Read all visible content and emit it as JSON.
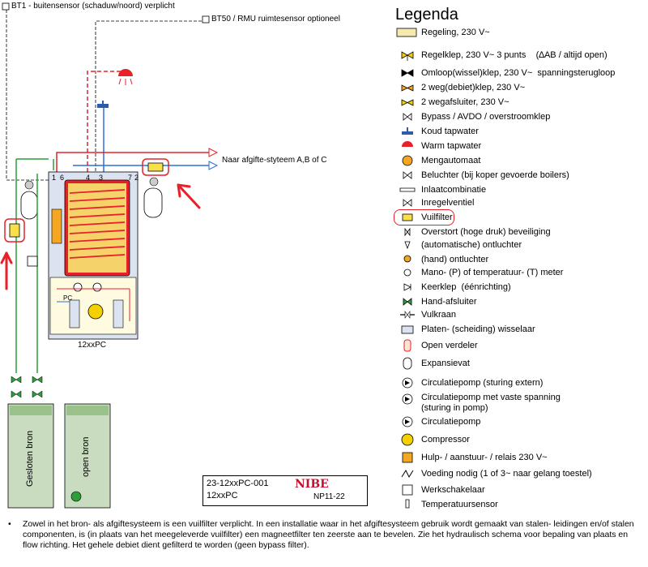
{
  "diagram": {
    "sensor_bt1": "BT1 - buitensensor (schaduw/noord) verplicht",
    "sensor_bt50": "BT50 / RMU ruimtesensor optioneel",
    "outlet_label": "Naar afgifte-styteem A,B of C",
    "unit_label": "12xxPC",
    "pc_label": "PC",
    "port_numbers": [
      "1",
      "6",
      "4",
      "3",
      "7",
      "2"
    ],
    "closed_source": "Gesloten bron",
    "open_source": "open bron",
    "title_block": {
      "code": "23-12xxPC-001",
      "model": "12xxPC",
      "brand": "NIBE",
      "ref": "NP11-22"
    }
  },
  "legend": {
    "title": "Legenda",
    "items": [
      {
        "icon": "controller-icon",
        "text": "Regeling, 230 V~"
      },
      {
        "icon": "three-way-valve-icon",
        "text": "Regelklep, 230 V~ 3 punts    (∆AB / altijd open)"
      },
      {
        "icon": "diverter-valve-icon",
        "text": "Omloop(wissel)klep, 230 V~  spanningsterugloop"
      },
      {
        "icon": "two-way-valve-icon",
        "text": "2 weg(debiet)klep, 230 V~"
      },
      {
        "icon": "two-way-shutoff-icon",
        "text": "2 wegafsluiter, 230 V~"
      },
      {
        "icon": "bypass-valve-icon",
        "text": "Bypass / AVDO / overstroomklep"
      },
      {
        "icon": "cold-tap-icon",
        "text": "Koud tapwater"
      },
      {
        "icon": "warm-tap-icon",
        "text": "Warm tapwater"
      },
      {
        "icon": "mixing-valve-icon",
        "text": "Mengautomaat"
      },
      {
        "icon": "aerator-icon",
        "text": "Beluchter (bij koper gevoerde boilers)"
      },
      {
        "icon": "inlet-combination-icon",
        "text": "Inlaatcombinatie"
      },
      {
        "icon": "regulating-valve-icon",
        "text": "Inregelventiel"
      },
      {
        "icon": "dirt-filter-icon",
        "text": "Vuilfilter"
      },
      {
        "icon": "overflow-valve-icon",
        "text": "Overstort (hoge druk) beveiliging"
      },
      {
        "icon": "auto-vent-icon",
        "text": "(automatische) ontluchter"
      },
      {
        "icon": "manual-vent-icon",
        "text": "(hand) ontluchter"
      },
      {
        "icon": "gauge-icon",
        "text": "Mano- (P) of temperatuur- (T) meter"
      },
      {
        "icon": "check-valve-icon",
        "text": "Keerklep  (éénrichting)"
      },
      {
        "icon": "hand-shutoff-icon",
        "text": "Hand-afsluiter"
      },
      {
        "icon": "fill-valve-icon",
        "text": "Vulkraan"
      },
      {
        "icon": "plate-exchanger-icon",
        "text": "Platen- (scheiding) wisselaar"
      },
      {
        "icon": "open-distributor-icon",
        "text": "Open verdeler"
      },
      {
        "icon": "expansion-vessel-icon",
        "text": "Expansievat"
      },
      {
        "icon": "pump-external-icon",
        "text": "Circulatiepomp (sturing extern)"
      },
      {
        "icon": "pump-fixed-icon",
        "text": "Circulatiepomp met vaste spanning\n(sturing in pomp)"
      },
      {
        "icon": "pump-icon",
        "text": "Circulatiepomp"
      },
      {
        "icon": "compressor-icon",
        "text": "Compressor"
      },
      {
        "icon": "relay-icon",
        "text": "Hulp- / aanstuur- / relais 230 V~"
      },
      {
        "icon": "power-icon",
        "text": "Voeding nodig (1 of 3~ naar gelang toestel)"
      },
      {
        "icon": "work-switch-icon",
        "text": "Werkschakelaar"
      },
      {
        "icon": "temp-sensor-icon",
        "text": "Temperatuursensor"
      }
    ]
  },
  "note": {
    "bullet": "•",
    "text": "Zowel in het bron- als afgiftesysteem is een vuilfilter verplicht. In een installatie waar in het afgiftesysteem gebruik wordt gemaakt van stalen- leidingen en/of stalen componenten, is (in plaats van het meegeleverde vuilfilter) een magneetfilter ten zeerste aan te bevelen. Zie het hydraulisch schema voor bepaling van plaats en flow richting. Het gehele debiet dient gefilterd te worden (geen bypass filter)."
  },
  "colors": {
    "supply": "#e8202a",
    "return": "#2e6fd6",
    "source": "#2e9e3a",
    "unit_fill": "#dbe3f0",
    "tank_fill": "#f5a623",
    "ground_fill": "#c9dcc0",
    "highlight": "#e8202a"
  }
}
